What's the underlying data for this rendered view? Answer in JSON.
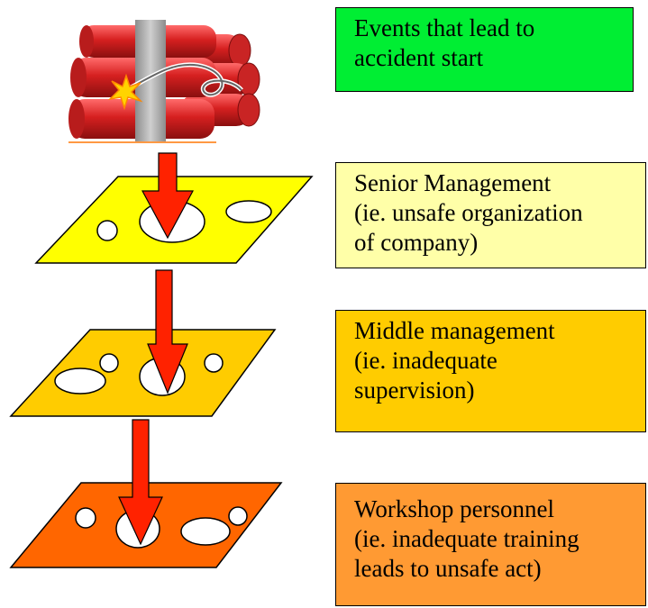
{
  "colors": {
    "events": "#00ee33",
    "senior": "#ffffa8",
    "middle": "#ffcc00",
    "workshop": "#ff9a33",
    "layer_senior": "#ffff00",
    "layer_middle": "#ffcc00",
    "layer_workshop": "#ff6600",
    "arrow": "#ff2200",
    "dynamite": "#dd2a2a",
    "tape": "#a9a9a9"
  },
  "icons": {
    "hazard": "dynamite-icon",
    "flow": "downward-arrow"
  },
  "boxes": {
    "events": {
      "lines": [
        "Events that lead to",
        "accident start"
      ]
    },
    "senior": {
      "lines": [
        "Senior Management",
        "(ie. unsafe organization",
        "of company)"
      ]
    },
    "middle": {
      "lines": [
        "Middle management",
        "(ie. inadequate",
        "supervision)"
      ]
    },
    "workshop": {
      "lines": [
        "Workshop personnel",
        "(ie. inadequate training",
        "leads to unsafe act)"
      ]
    }
  }
}
